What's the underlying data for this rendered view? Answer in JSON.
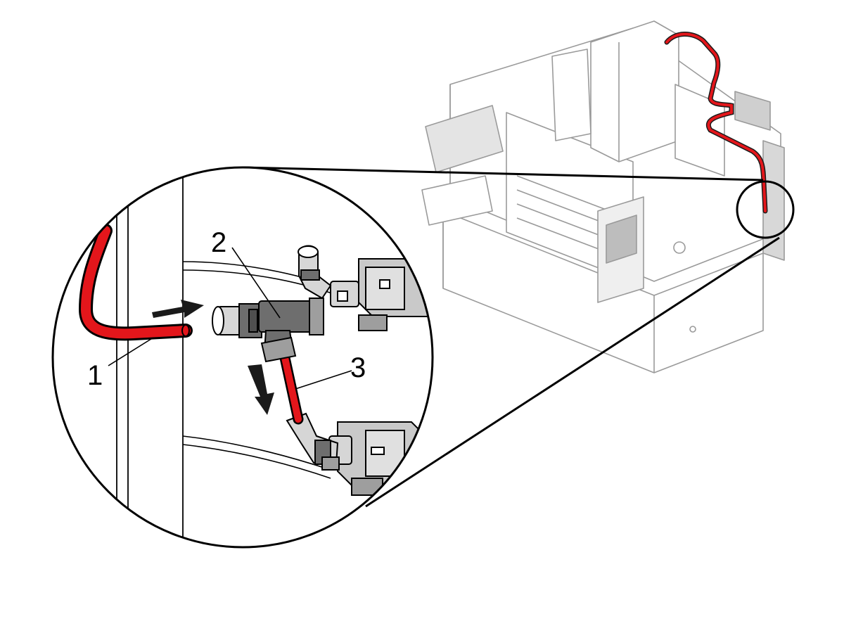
{
  "diagram": {
    "callouts": [
      {
        "id": "1",
        "label": "1"
      },
      {
        "id": "2",
        "label": "2"
      },
      {
        "id": "3",
        "label": "3"
      }
    ],
    "colors": {
      "hose": "#e3161b",
      "hose_outline": "#000000",
      "fitting_dark": "#6e6e6e",
      "fitting_light": "#d6d6d6",
      "machine_line": "#9a9a9a",
      "machine_fill": "#ffffff",
      "panel_fill": "#c9c9c9"
    },
    "icons": [
      "flow-arrow-right-icon",
      "flow-arrow-down-icon"
    ]
  }
}
